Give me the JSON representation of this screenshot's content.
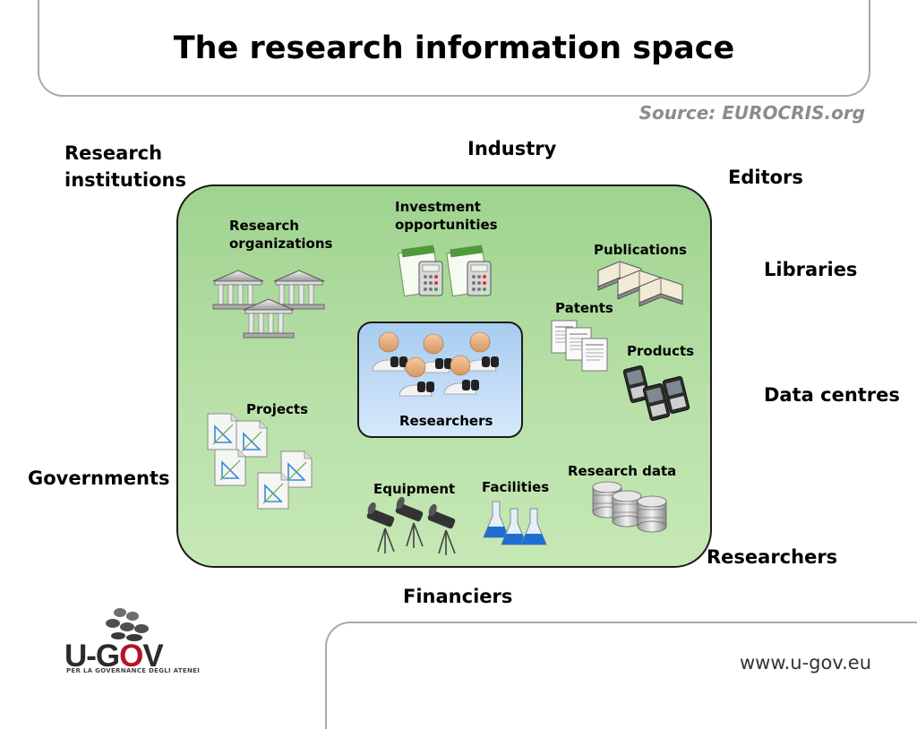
{
  "header": {
    "title": "The research information space",
    "source": "Source: EUROCRIS.org"
  },
  "stakeholders": {
    "research_institutions": [
      "Research",
      "institutions"
    ],
    "industry": "Industry",
    "editors": "Editors",
    "libraries": "Libraries",
    "data_centres": "Data centres",
    "governments": "Governments",
    "researchers": "Researchers",
    "financiers": "Financiers"
  },
  "entities": {
    "research_organizations": [
      "Research",
      "organizations"
    ],
    "investment_opportunities": [
      "Investment",
      "opportunities"
    ],
    "publications": "Publications",
    "patents": "Patents",
    "products": "Products",
    "researchers": "Researchers",
    "projects": "Projects",
    "research_data": "Research data",
    "equipment": "Equipment",
    "facilities": "Facilities"
  },
  "footer": {
    "logo_text_1": "U-G",
    "logo_text_o": "O",
    "logo_text_2": "V",
    "logo_subtitle": "PER LA GOVERNANCE DEGLI ATENEI",
    "url": "www.u-gov.eu"
  },
  "colors": {
    "outer_box": "#b8e0a8",
    "inner_box": "#c2dcf6",
    "source_text": "#8c8c8c",
    "logo_accent": "#b5122a"
  },
  "icons": [
    "building-icon",
    "spreadsheet-calculator-icon",
    "book-icon",
    "document-icon",
    "mobile-phone-icon",
    "user-binoculars-icon",
    "drawing-file-icon",
    "telescope-icon",
    "flask-icon",
    "database-icon"
  ]
}
